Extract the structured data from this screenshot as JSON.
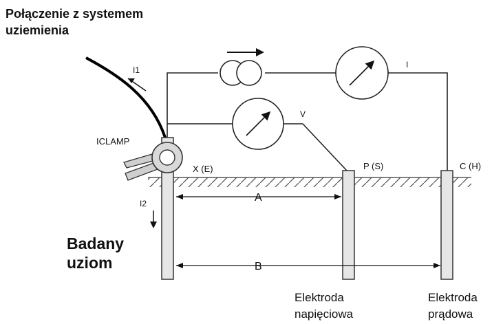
{
  "header": {
    "line1": "Połączenie z systemem",
    "line2": "uziemienia"
  },
  "labels": {
    "i1": "I1",
    "i2": "I2",
    "iclamp": "ICLAMP",
    "i_meter": "I",
    "v_meter": "V",
    "x_e": "X (E)",
    "p_s": "P (S)",
    "c_h": "C (H)",
    "dim_a": "A",
    "dim_b": "B"
  },
  "tested_electrode": {
    "line1": "Badany",
    "line2": "uziom"
  },
  "voltage_electrode": {
    "line1": "Elektroda",
    "line2": "napięciowa"
  },
  "current_electrode": {
    "line1": "Elektroda",
    "line2": "prądowa"
  }
}
